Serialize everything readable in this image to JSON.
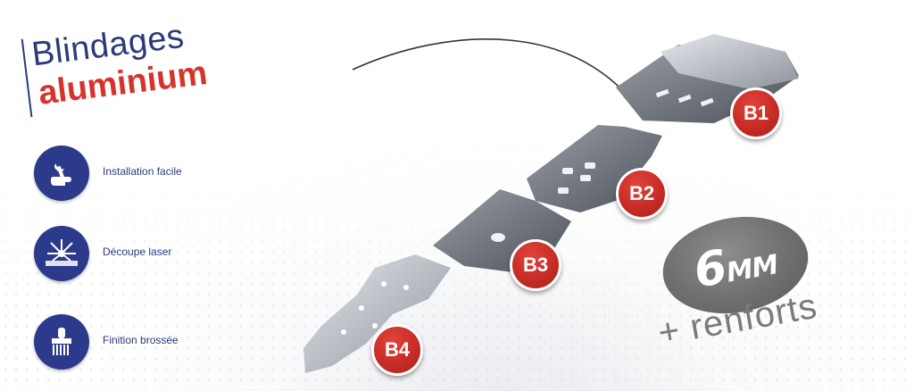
{
  "title": {
    "line1": "Blindages",
    "line2": "aluminium"
  },
  "features": [
    {
      "label": "Installation facile",
      "icon": "wrench-hand-icon"
    },
    {
      "label": "Découpe laser",
      "icon": "laser-burst-icon"
    },
    {
      "label": "Finition brossée",
      "icon": "brush-icon"
    }
  ],
  "plates": [
    {
      "label": "B1"
    },
    {
      "label": "B2"
    },
    {
      "label": "B3"
    },
    {
      "label": "B4"
    }
  ],
  "thickness": {
    "value": "6",
    "unit": "MM",
    "extra": "+ renforts"
  },
  "colors": {
    "brand_blue": "#2b3a8a",
    "accent_red": "#d6332b",
    "badge_red": "#c42b24",
    "oval_gray": "#6f6f6f"
  }
}
